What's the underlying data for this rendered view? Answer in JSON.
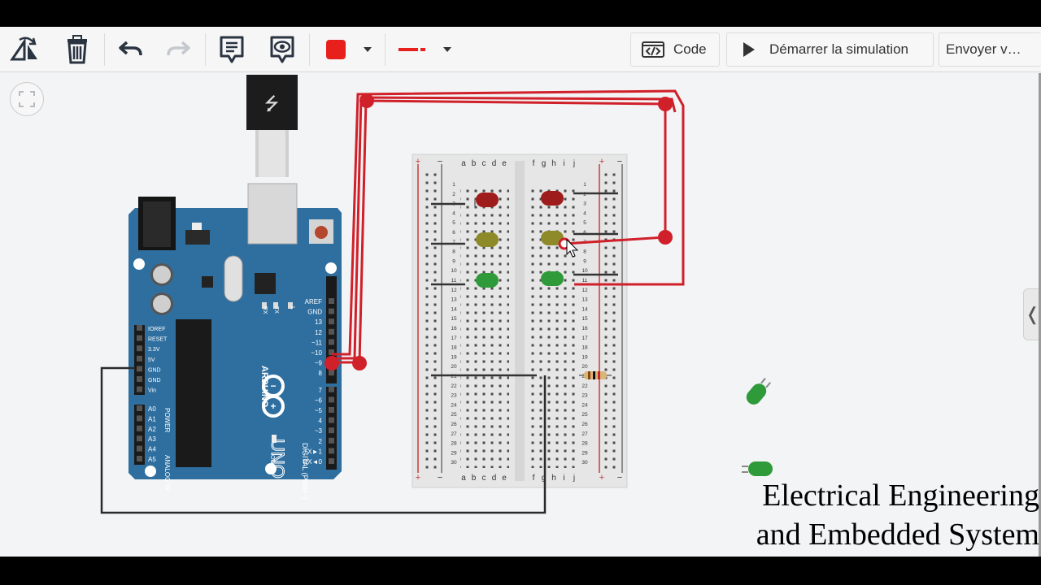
{
  "toolbar": {
    "code_label": "Code",
    "start_sim_label": "Démarrer la simulation",
    "send_label": "Envoyer v…",
    "color_value": "#e8201c"
  },
  "icons": [
    "rotate-icon",
    "trash-icon",
    "undo-icon",
    "redo-icon",
    "note-icon",
    "visibility-icon",
    "color-swatch-icon",
    "dropdown-caret-icon",
    "wire-style-icon",
    "code-icon",
    "play-icon",
    "fit-view-icon",
    "chevron-left-icon"
  ],
  "arduino": {
    "brand": "ARDUINO",
    "model": "UNO",
    "digital_label": "DIGITAL (PWM~)",
    "power_label": "POWER",
    "analog_label": "ANALOG IN",
    "on_label": "ON",
    "l_label": "L",
    "tx_label": "TX",
    "rx_label": "RX",
    "digital_pins": [
      "AREF",
      "GND",
      "13",
      "12",
      "~11",
      "~10",
      "~9",
      "8",
      "7",
      "~6",
      "~5",
      "4",
      "~3",
      "2",
      "TX►1",
      "RX◄0"
    ],
    "power_pins": [
      "IOREF",
      "RESET",
      "3.3V",
      "5V",
      "GND",
      "GND",
      "Vin"
    ],
    "analog_pins": [
      "A0",
      "A1",
      "A2",
      "A3",
      "A4",
      "A5"
    ]
  },
  "breadboard": {
    "left_letters": [
      "a",
      "b",
      "c",
      "d",
      "e"
    ],
    "right_letters": [
      "f",
      "g",
      "h",
      "i",
      "j"
    ],
    "plus": "+",
    "minus": "−",
    "rows": 30
  },
  "colors": {
    "wire_red": "#d0202a",
    "wire_black": "#2b2b2b",
    "led_red": "#9e1c1c",
    "led_yellow": "#8e8a2a",
    "led_green": "#2e9a3a",
    "board_blue": "#2f6f9f"
  },
  "watermark": {
    "line1": "Electrical Engineering",
    "line2": "and Embedded System"
  }
}
